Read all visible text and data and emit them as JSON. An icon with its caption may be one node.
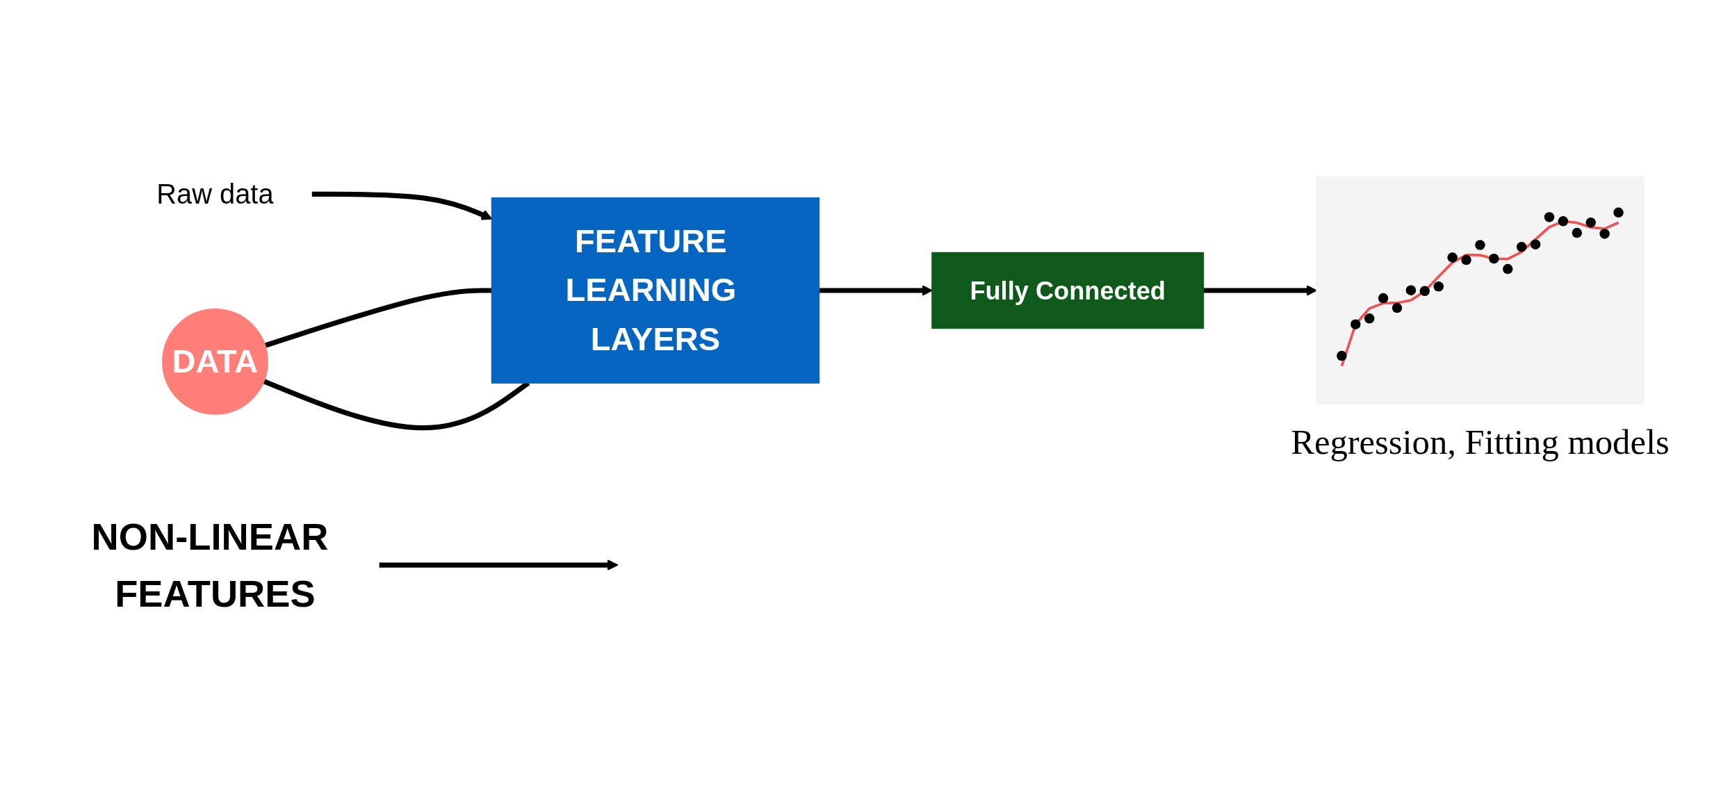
{
  "diagram": {
    "nodes": [
      {
        "text": [
          "Raw data"
        ]
      },
      {
        "text": [
          "DATA"
        ]
      },
      {
        "text": [
          "FEATURE LEARNING LAYERS"
        ]
      },
      {
        "text": [
          "NON-LINEAR FEATURES"
        ]
      },
      {
        "text": [
          "Fully Connected"
        ]
      },
      {
        "text": [],
        "shape": "picture",
        "beside": [
          "Regression, Fitting models"
        ]
      }
    ],
    "edges": [
      {
        "from": 0,
        "to": 2,
        "arrow": "to"
      },
      {
        "from": 1,
        "to": 2,
        "arrow": "none"
      },
      {
        "from": 1,
        "to": 2,
        "arrow": "none"
      },
      {
        "from": 3,
        "to": null,
        "arrow": "to"
      },
      {
        "from": 2,
        "to": 4,
        "arrow": "to"
      },
      {
        "from": 4,
        "to": 5,
        "arrow": "to"
      }
    ]
  }
}
